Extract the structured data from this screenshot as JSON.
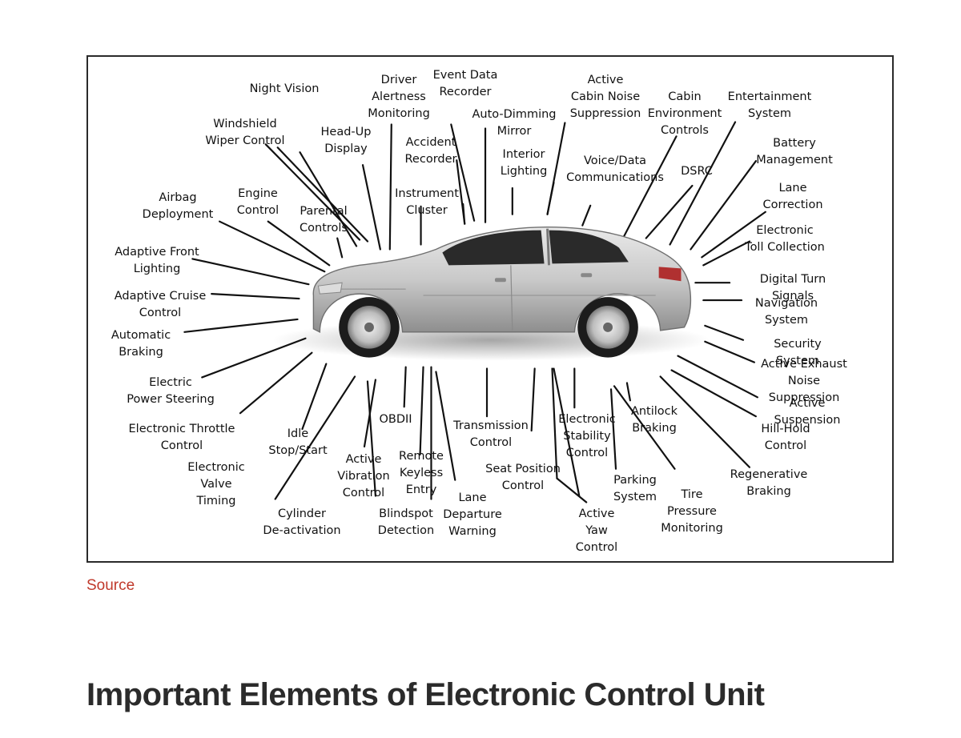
{
  "diagram": {
    "labels": [
      "Night Vision",
      "Driver\nAlertness\nMonitoring",
      "Event Data\nRecorder",
      "Active\nCabin Noise\nSuppression",
      "Cabin\nEnvironment\nControls",
      "Entertainment\nSystem",
      "Windshield\nWiper Control",
      "Head-Up\nDisplay",
      "Accident\nRecorder",
      "Auto-Dimming\nMirror",
      "Interior\nLighting",
      "Voice/Data\nCommunications",
      "DSRC",
      "Battery\nManagement",
      "Airbag\nDeployment",
      "Engine\nControl",
      "Parental\nControls",
      "Instrument\nCluster",
      "Lane\nCorrection",
      "Electronic\nToll Collection",
      "Adaptive Front\nLighting",
      "Digital Turn Signals",
      "Adaptive Cruise\nControl",
      "Navigation\nSystem",
      "Automatic\nBraking",
      "Security System",
      "Active Exhaust\nNoise Suppression",
      "Electric\nPower Steering",
      "Active Suspension",
      "Electronic Throttle\nControl",
      "Idle\nStop/Start",
      "OBDII",
      "Transmission\nControl",
      "Electronic\nStability\nControl",
      "Antilock\nBraking",
      "Hill-Hold\nControl",
      "Electronic\nValve\nTiming",
      "Active\nVibration\nControl",
      "Remote\nKeyless\nEntry",
      "Seat Position\nControl",
      "Regenerative\nBraking",
      "Lane\nDeparture\nWarning",
      "Parking\nSystem",
      "Tire\nPressure\nMonitoring",
      "Cylinder\nDe-activation",
      "Blindspot\nDetection",
      "Active\nYaw\nControl"
    ]
  },
  "source_link": "Source",
  "heading": "Important Elements of Electronic Control Unit"
}
